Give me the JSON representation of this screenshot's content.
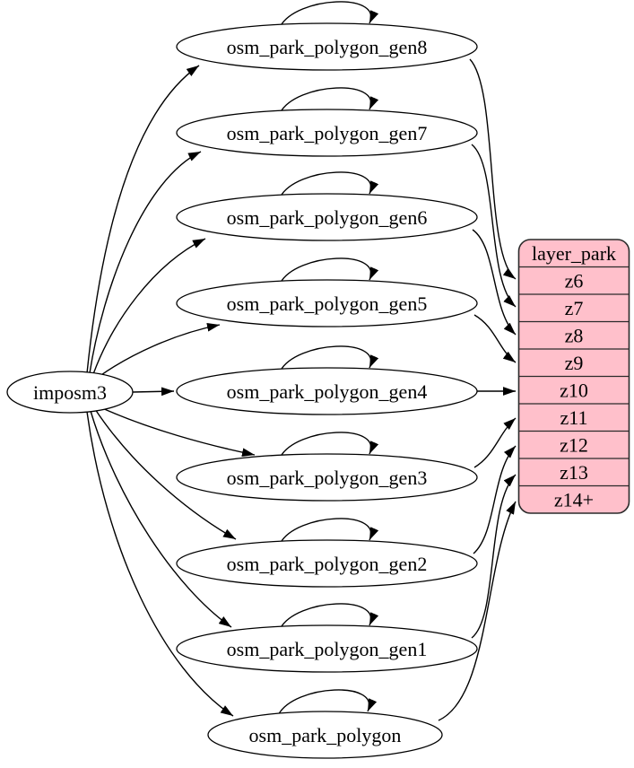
{
  "graph": {
    "source": {
      "label": "imposm3"
    },
    "nodes": [
      {
        "label": "osm_park_polygon_gen8",
        "feeds_zoom": "z6"
      },
      {
        "label": "osm_park_polygon_gen7",
        "feeds_zoom": "z7"
      },
      {
        "label": "osm_park_polygon_gen6",
        "feeds_zoom": "z8"
      },
      {
        "label": "osm_park_polygon_gen5",
        "feeds_zoom": "z9"
      },
      {
        "label": "osm_park_polygon_gen4",
        "feeds_zoom": "z10"
      },
      {
        "label": "osm_park_polygon_gen3",
        "feeds_zoom": "z11"
      },
      {
        "label": "osm_park_polygon_gen2",
        "feeds_zoom": "z12"
      },
      {
        "label": "osm_park_polygon_gen1",
        "feeds_zoom": "z13"
      },
      {
        "label": "osm_park_polygon",
        "feeds_zoom": "z14+"
      }
    ],
    "layer_table": {
      "title": "layer_park",
      "rows": [
        "z6",
        "z7",
        "z8",
        "z9",
        "z10",
        "z11",
        "z12",
        "z13",
        "z14+"
      ]
    },
    "edges": [
      {
        "from": "imposm3",
        "to": "osm_park_polygon_gen8"
      },
      {
        "from": "imposm3",
        "to": "osm_park_polygon_gen7"
      },
      {
        "from": "imposm3",
        "to": "osm_park_polygon_gen6"
      },
      {
        "from": "imposm3",
        "to": "osm_park_polygon_gen5"
      },
      {
        "from": "imposm3",
        "to": "osm_park_polygon_gen4"
      },
      {
        "from": "imposm3",
        "to": "osm_park_polygon_gen3"
      },
      {
        "from": "imposm3",
        "to": "osm_park_polygon_gen2"
      },
      {
        "from": "imposm3",
        "to": "osm_park_polygon_gen1"
      },
      {
        "from": "imposm3",
        "to": "osm_park_polygon"
      },
      {
        "from": "osm_park_polygon_gen8",
        "to": "osm_park_polygon_gen8"
      },
      {
        "from": "osm_park_polygon_gen7",
        "to": "osm_park_polygon_gen7"
      },
      {
        "from": "osm_park_polygon_gen6",
        "to": "osm_park_polygon_gen6"
      },
      {
        "from": "osm_park_polygon_gen5",
        "to": "osm_park_polygon_gen5"
      },
      {
        "from": "osm_park_polygon_gen4",
        "to": "osm_park_polygon_gen4"
      },
      {
        "from": "osm_park_polygon_gen3",
        "to": "osm_park_polygon_gen3"
      },
      {
        "from": "osm_park_polygon_gen2",
        "to": "osm_park_polygon_gen2"
      },
      {
        "from": "osm_park_polygon_gen1",
        "to": "osm_park_polygon_gen1"
      },
      {
        "from": "osm_park_polygon",
        "to": "osm_park_polygon"
      },
      {
        "from": "osm_park_polygon_gen8",
        "to": "layer_park.z6"
      },
      {
        "from": "osm_park_polygon_gen7",
        "to": "layer_park.z7"
      },
      {
        "from": "osm_park_polygon_gen6",
        "to": "layer_park.z8"
      },
      {
        "from": "osm_park_polygon_gen5",
        "to": "layer_park.z9"
      },
      {
        "from": "osm_park_polygon_gen4",
        "to": "layer_park.z10"
      },
      {
        "from": "osm_park_polygon_gen3",
        "to": "layer_park.z11"
      },
      {
        "from": "osm_park_polygon_gen2",
        "to": "layer_park.z12"
      },
      {
        "from": "osm_park_polygon_gen1",
        "to": "layer_park.z13"
      },
      {
        "from": "osm_park_polygon",
        "to": "layer_park.z14+"
      }
    ],
    "colors": {
      "layer_fill": "#ffc0cb",
      "node_fill": "#ffffff",
      "edge_stroke": "#000000"
    }
  }
}
